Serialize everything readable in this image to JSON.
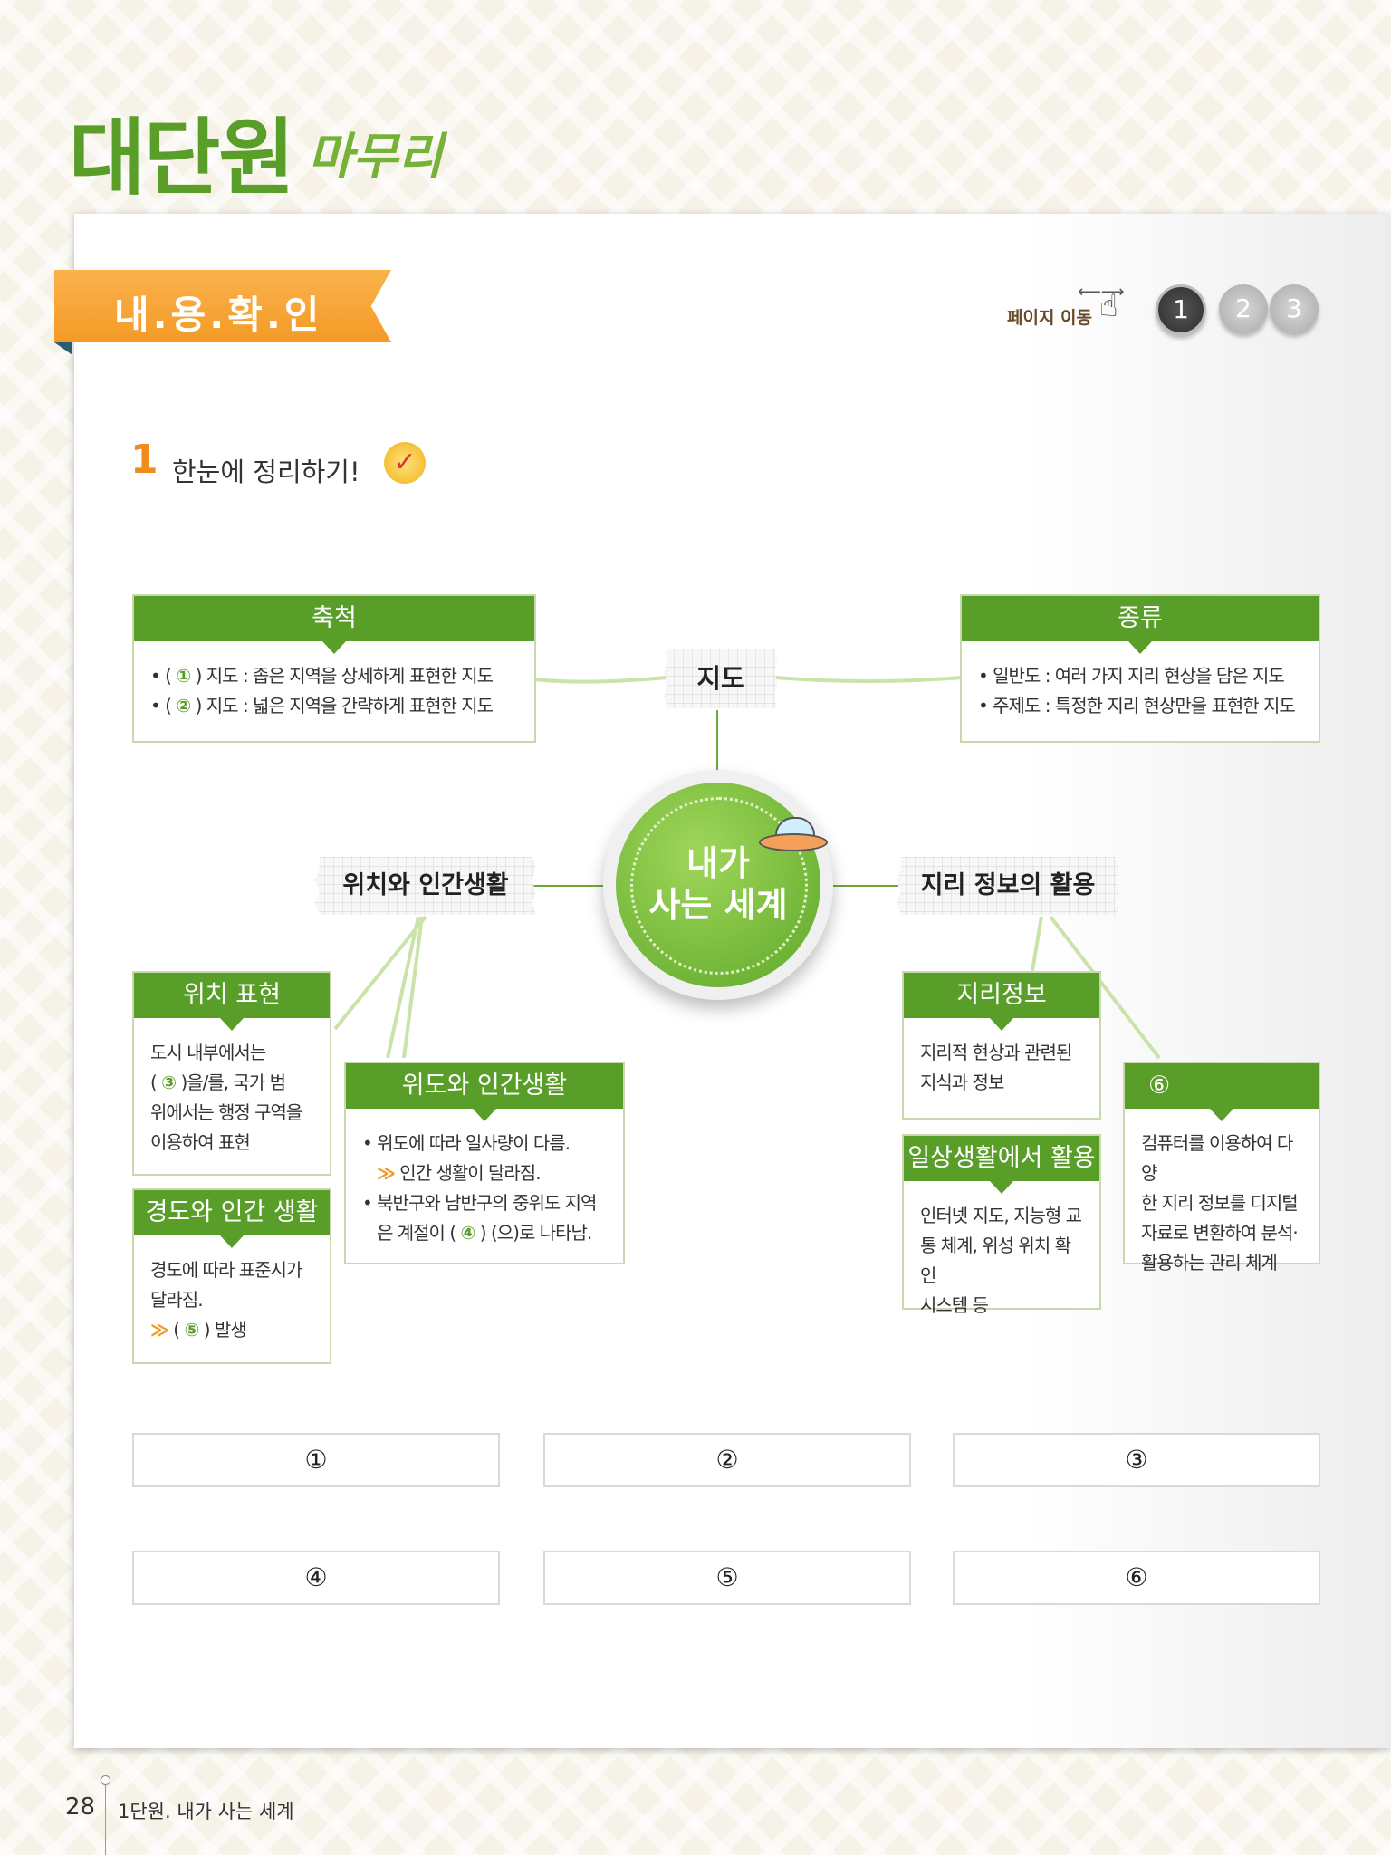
{
  "header": {
    "title": "대단원",
    "subtitle": "마무리"
  },
  "ribbon": {
    "label": "내.용.확.인"
  },
  "page_nav": {
    "label": "페이지 이동",
    "pages": [
      "1",
      "2",
      "3"
    ],
    "active": "1"
  },
  "section": {
    "number": "1",
    "title": "한눈에 정리하기!"
  },
  "center": {
    "line1": "내가",
    "line2": "사는 세계"
  },
  "nodes": {
    "map": "지도",
    "location": "위치와 인간생활",
    "geo_info": "지리 정보의 활용"
  },
  "boxes": {
    "scale": {
      "title": "축척",
      "lines": [
        {
          "bullet": "•",
          "pre": "(",
          "circle": "①",
          "post": ") 지도 : 좁은 지역을 상세하게 표현한 지도"
        },
        {
          "bullet": "•",
          "pre": "(",
          "circle": "②",
          "post": ") 지도 : 넓은 지역을 간략하게 표현한 지도"
        }
      ]
    },
    "types": {
      "title": "종류",
      "lines": [
        "• 일반도 : 여러 가지 지리 현상을 담은 지도",
        "• 주제도 : 특정한 지리 현상만을 표현한 지도"
      ]
    },
    "position": {
      "title": "위치 표현",
      "l1": "도시 내부에서는",
      "l2_pre": "(",
      "l2_circle": "③",
      "l2_post": ")을/를, 국가 범",
      "l3": "위에서는 행정 구역을",
      "l4": "이용하여 표현"
    },
    "latitude": {
      "title": "위도와 인간생활",
      "l1": "• 위도에 따라 일사량이 다름.",
      "l2_chev": "≫",
      "l2": "인간 생활이 달라짐.",
      "l3": "• 북반구와 남반구의 중위도 지역",
      "l4_pre": "은 계절이 (",
      "l4_circle": "④",
      "l4_post": ") (으)로 나타남."
    },
    "longitude": {
      "title": "경도와 인간 생활",
      "l1": "경도에 따라 표준시가",
      "l2": "달라짐.",
      "l3_chev": "≫",
      "l3_pre": "(",
      "l3_circle": "⑤",
      "l3_post": ") 발생"
    },
    "geo_data": {
      "title": "지리정보",
      "l1": "지리적 현상과 관련된",
      "l2": "지식과 정보"
    },
    "daily_use": {
      "title": "일상생활에서 활용",
      "l1": "인터넷 지도, 지능형 교",
      "l2": "통 체계, 위성 위치 확인",
      "l3": "시스템 등"
    },
    "six": {
      "title": "⑥",
      "l1": "컴퓨터를 이용하여 다양",
      "l2": "한 지리 정보를 디지털",
      "l3": "자료로 변환하여 분석·",
      "l4": "활용하는 관리 체계"
    }
  },
  "answers": [
    "①",
    "②",
    "③",
    "④",
    "⑤",
    "⑥"
  ],
  "footer": {
    "page_number": "28",
    "unit": "1단원. 내가 사는 세계"
  },
  "colors": {
    "green": "#5a9e2a",
    "orange": "#f39a26",
    "brown_text": "#6b4a2a"
  }
}
